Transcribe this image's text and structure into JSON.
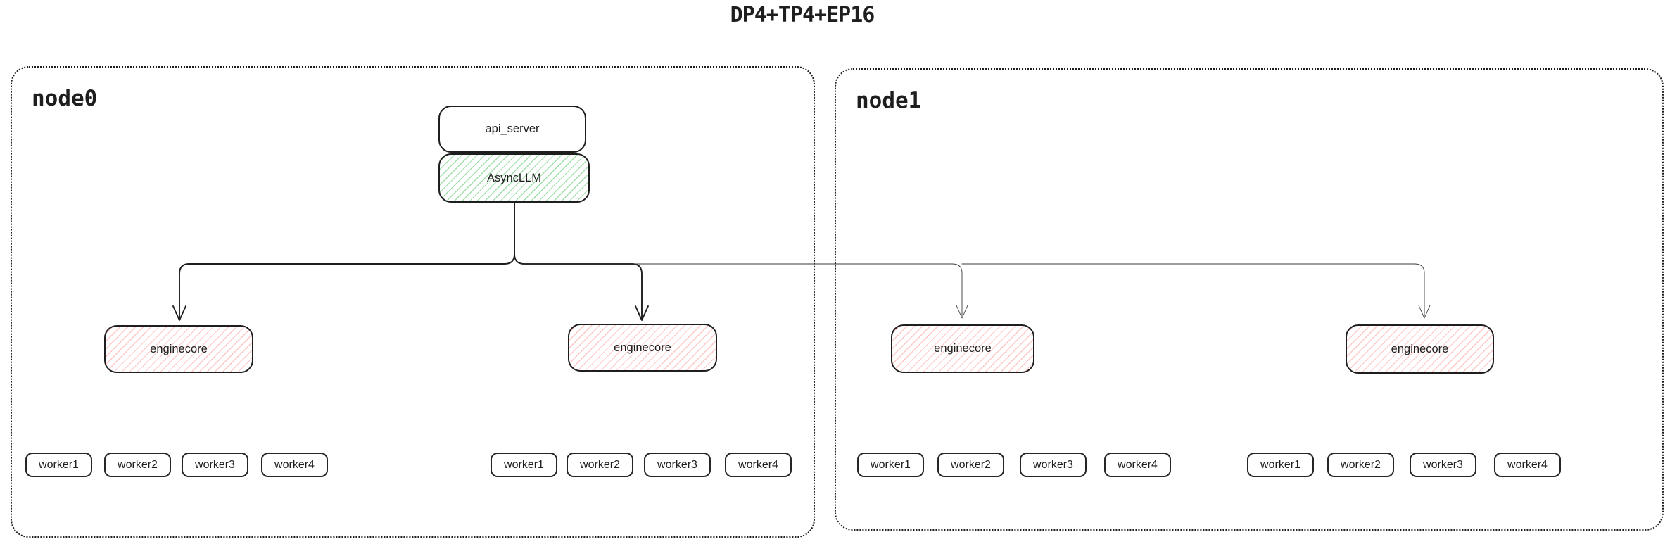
{
  "title": "DP4+TP4+EP16",
  "node0": {
    "label": "node0"
  },
  "node1": {
    "label": "node1"
  },
  "boxes": {
    "api_server": "api_server",
    "asyncllm": "AsyncLLM",
    "enginecore1": "enginecore",
    "enginecore2": "enginecore",
    "enginecore3": "enginecore",
    "enginecore4": "enginecore"
  },
  "worker_groups": [
    [
      "worker1",
      "worker2",
      "worker3",
      "worker4"
    ],
    [
      "worker1",
      "worker2",
      "worker3",
      "worker4"
    ],
    [
      "worker1",
      "worker2",
      "worker3",
      "worker4"
    ],
    [
      "worker1",
      "worker2",
      "worker3",
      "worker4"
    ]
  ],
  "colors": {
    "stroke": "#1e1e1e",
    "thin_stroke": "#3a3a3a",
    "green_hatch": "#40c057",
    "red_hatch": "#ff8787"
  }
}
